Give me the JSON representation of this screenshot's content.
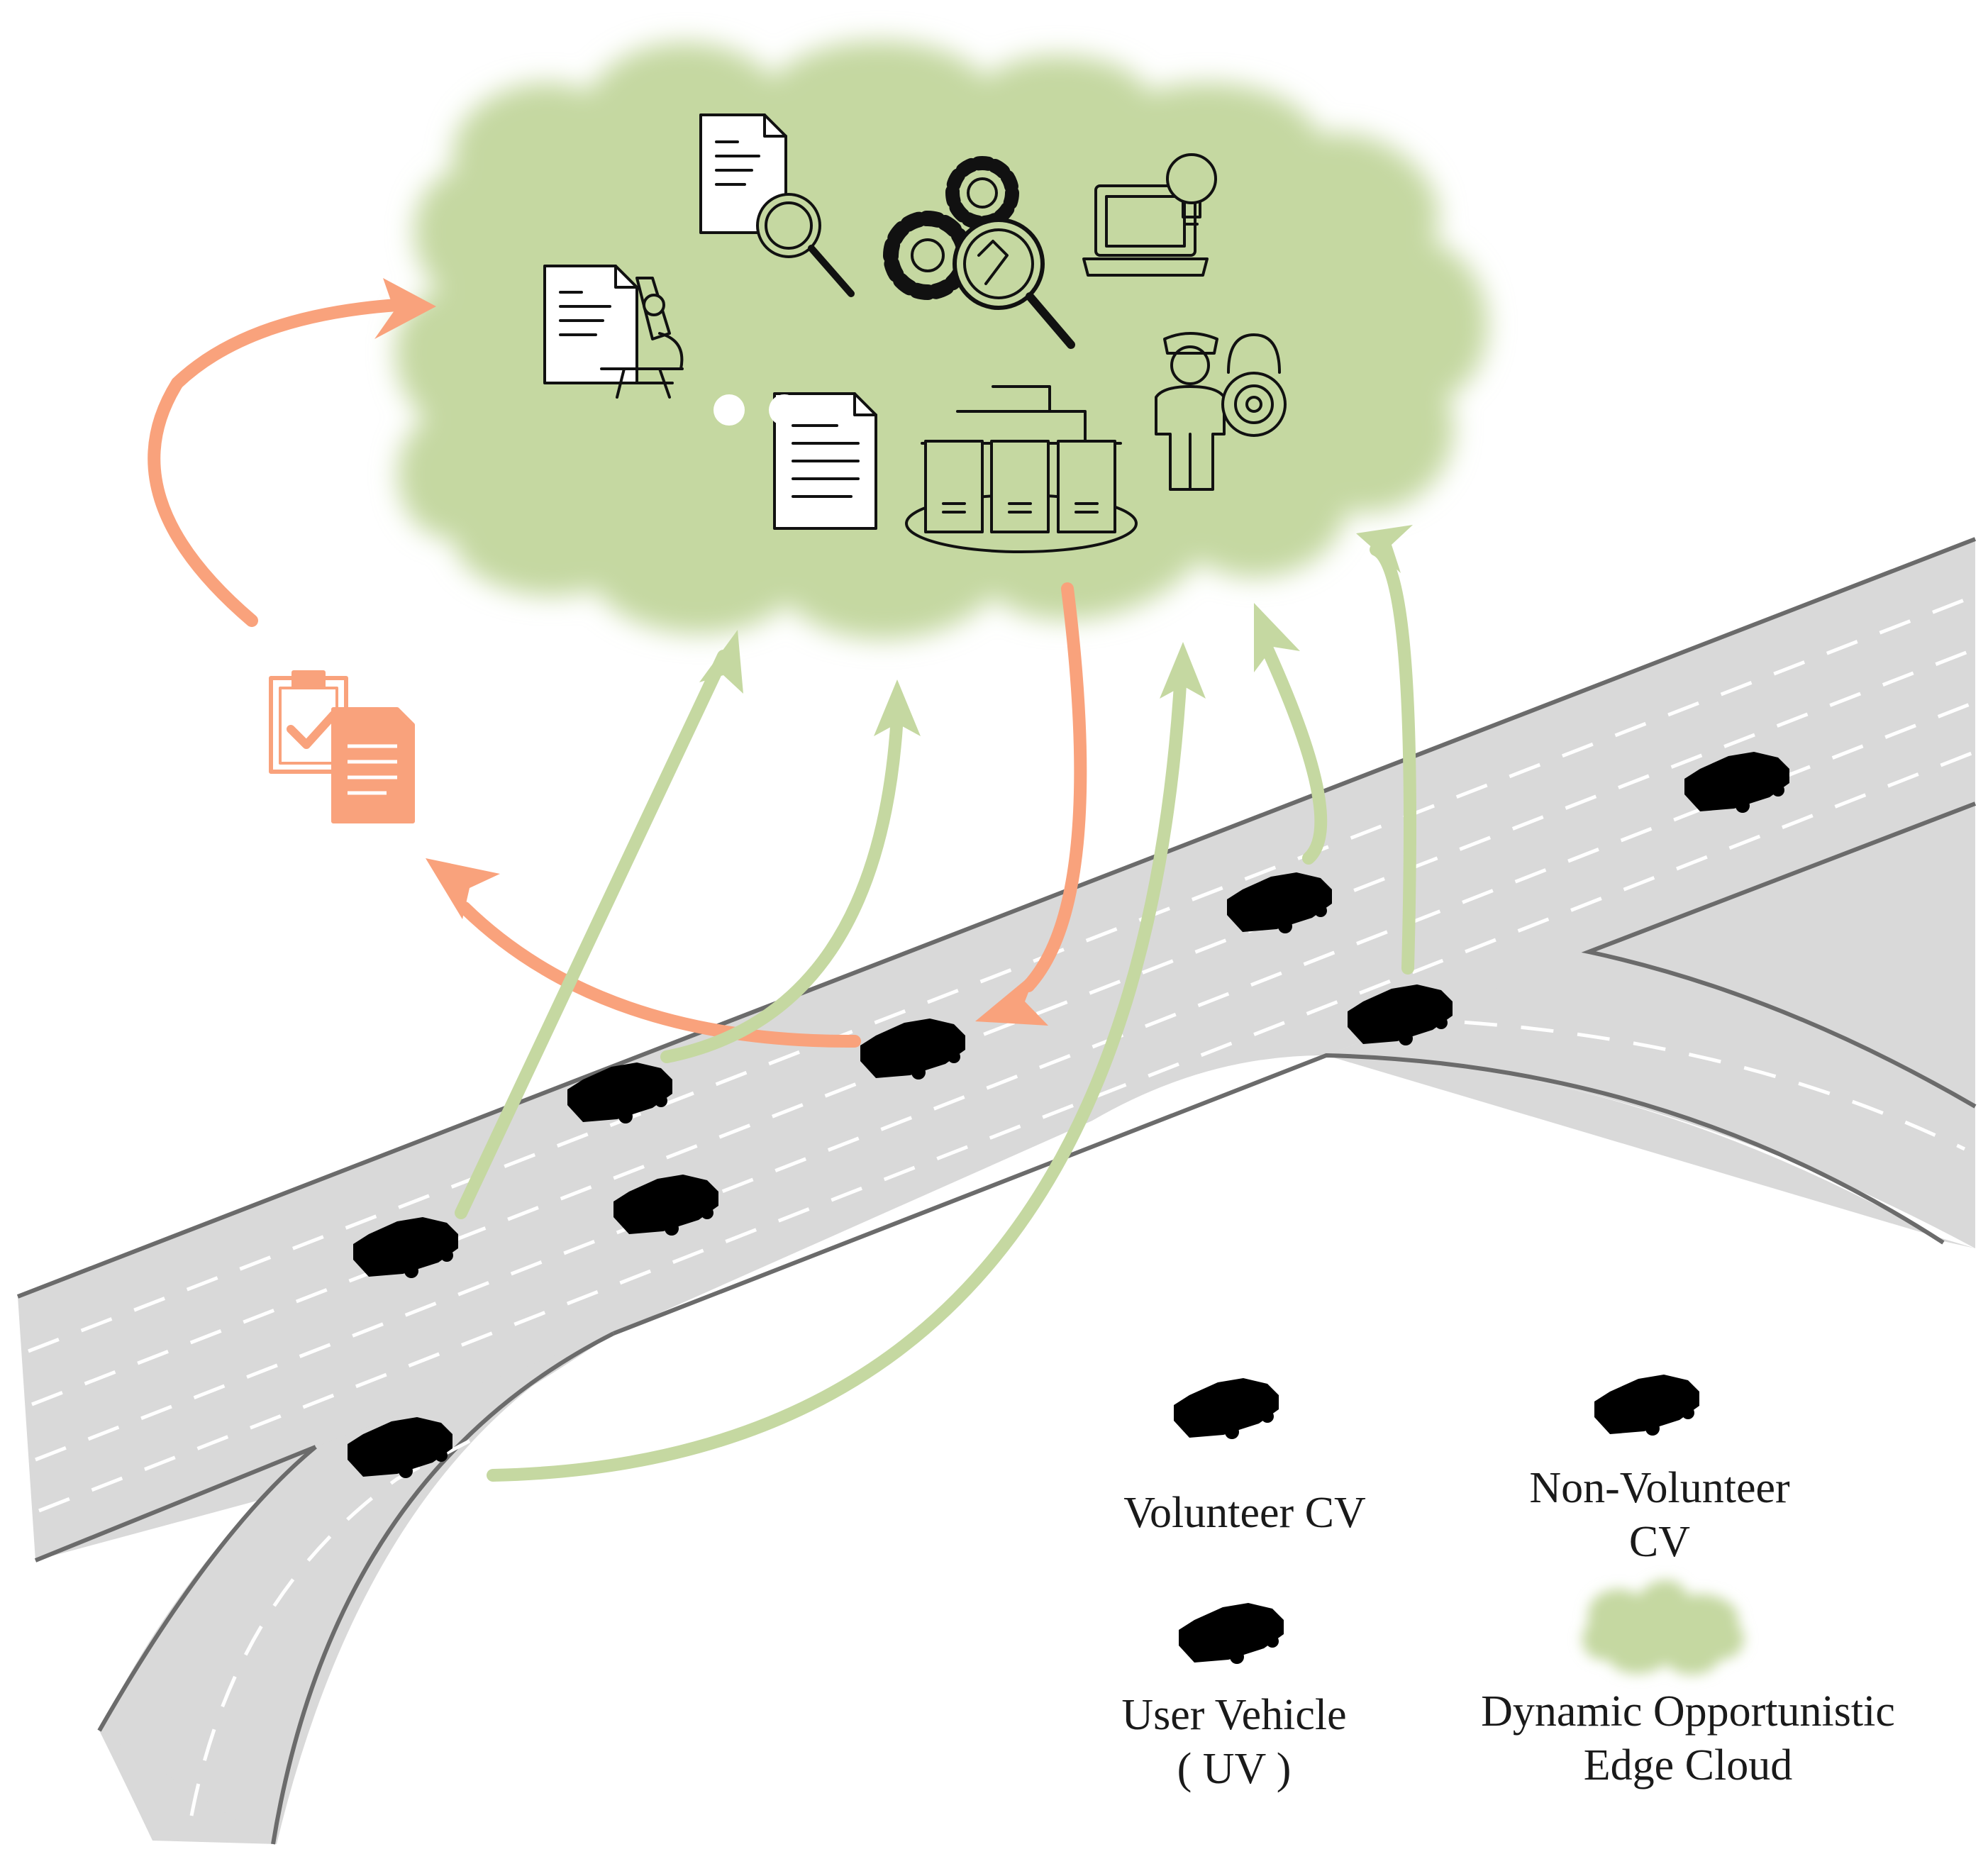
{
  "colors": {
    "volunteer": "#9bb96b",
    "volunteer_dark": "#6e9a3c",
    "non_volunteer": "#a9d6ea",
    "non_volunteer_dark": "#3f95bf",
    "user_vehicle": "#f5955f",
    "user_vehicle_dark": "#e0642b",
    "cloud": "#c5d8a1",
    "arrow_orange": "#f9a27c",
    "arrow_green": "#c5d8a1",
    "road": "#d9d9d9",
    "road_edge": "#6b6b6b"
  },
  "cloud_icons": [
    "document-search-icon",
    "gears-search-icon",
    "laptop-lightbulb-icon",
    "document-microscope-icon",
    "ellipsis-dots-icon",
    "document-icon",
    "server-stack-icon",
    "security-guard-lock-icon"
  ],
  "result_icon": "clipboard-check-documents-icon",
  "legend": {
    "volunteer": "Volunteer CV",
    "non_volunteer": "Non-Volunteer\nCV",
    "user_vehicle": "User Vehicle\n( UV )",
    "cloud": "Dynamic Opportunistic\nEdge Cloud"
  }
}
